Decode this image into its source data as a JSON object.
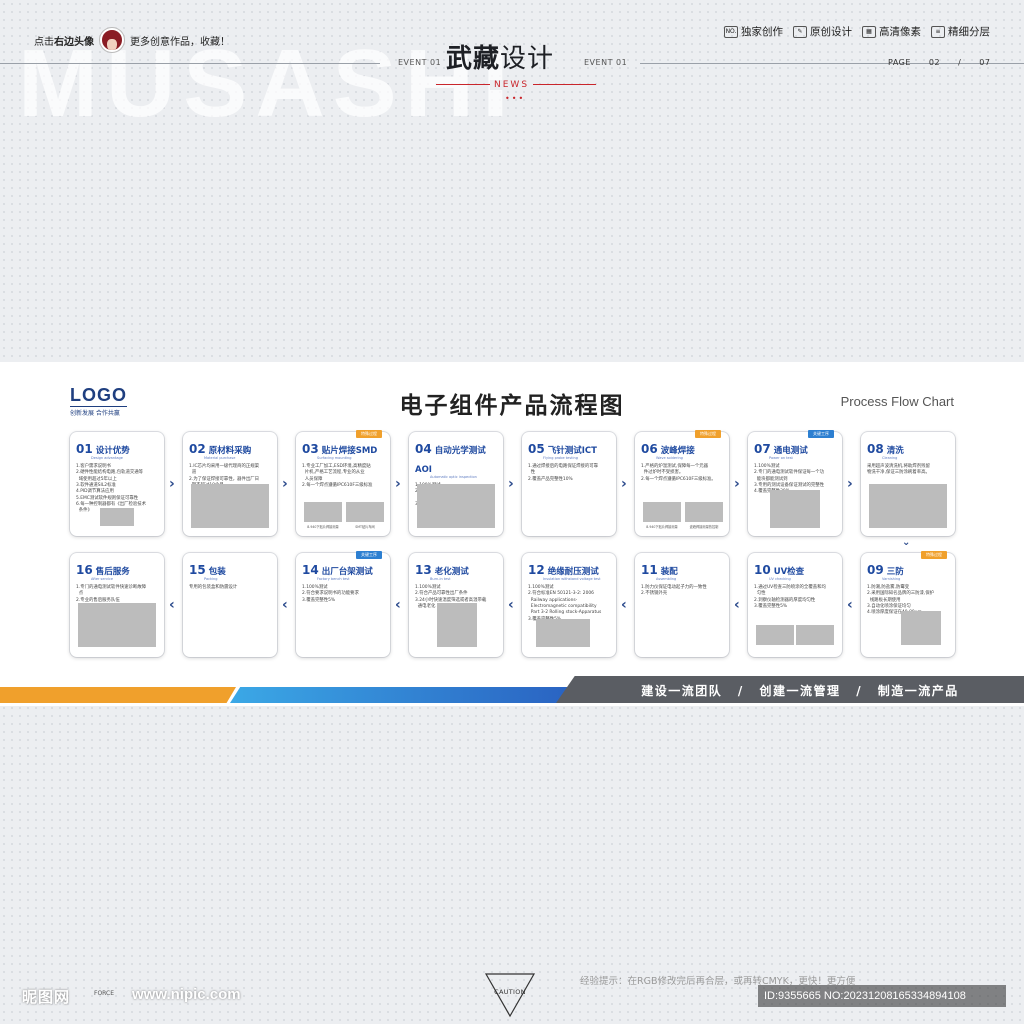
{
  "header": {
    "watermark": "MUSASHI",
    "left_text_prefix": "点击",
    "left_text_bold": "右边头像",
    "left_text_suffix": "更多创意作品，收藏！",
    "brand_bold": "武藏",
    "brand_rest": "设计",
    "event_left": "EVENT 01",
    "event_right": "EVENT 01",
    "news": "NEWS",
    "badges": [
      {
        "icon": "NO.",
        "label": "独家创作"
      },
      {
        "icon": "✎",
        "label": "原创设计"
      },
      {
        "icon": "▦",
        "label": "高清像素"
      },
      {
        "icon": "≡",
        "label": "精细分层"
      }
    ],
    "page_label": "PAGE",
    "page_current": "02",
    "page_sep": "/",
    "page_total": "07"
  },
  "chart": {
    "logo": "LOGO",
    "logo_sub": "创新发展 合作共赢",
    "title": "电子组件产品流程图",
    "title_en": "Process Flow Chart"
  },
  "steps": [
    {
      "num": "01",
      "cn": "设计优势",
      "en": "Design advantage",
      "tag": "",
      "desc": [
        "1.客户需求说明书",
        "2.硬件性能结构电路,包轨道交通等",
        "  域使用超过5年以上",
        "3.软件通道SIL2标准",
        "4.PID调节算法应用",
        "5.EMC测试软件规则保证可靠性",
        "6.每一种控制器都有《出厂检验技术",
        "  条件》"
      ]
    },
    {
      "num": "02",
      "cn": "原材料采购",
      "en": "Material purchase",
      "tag": "",
      "desc": [
        "1.IC芯片均采用一级代理商的正规渠",
        "  道",
        "2.为了保证焊接可靠性，器件出厂日",
        "  期不超过18个月"
      ]
    },
    {
      "num": "03",
      "cn": "贴片焊接SMD",
      "en": "Surfacing mounting",
      "tag": "特殊过程",
      "desc": [
        "1.专业工厂加工,ESD环境,高精度贴",
        "  片机,严格工艺流程,专业的从业",
        "  人员保障",
        "2.每一个焊点遵循IPC610F三级标准"
      ],
      "caps": [
        "8.940下贴片焊接测量",
        "SMT贴片车间"
      ]
    },
    {
      "num": "04",
      "cn": "自动光学测试AOI",
      "en": "Automatic optic inspection",
      "tag": "",
      "desc": [
        "1.100%测试",
        "2.国际通用的AOI设备保障每一个焊点",
        "  的可靠性",
        "3.覆盖产品完整性45%"
      ]
    },
    {
      "num": "05",
      "cn": "飞针测试ICT",
      "en": "Flying probe testing",
      "tag": "",
      "desc": [
        "1.通过焊接后的电路保证焊接的可靠",
        "  性",
        "2.覆盖产品完整性10%"
      ]
    },
    {
      "num": "06",
      "cn": "波峰焊接",
      "en": "Wave soldering",
      "tag": "特殊过程",
      "desc": [
        "1.严格的炉温测试,保障每一个元器",
        "  件过炉时不受损害。",
        "2.每一个焊点遵循IPC610F三级标准。"
      ],
      "caps": [
        "8.940下贴片焊接测量",
        "波峰焊接测量热控制"
      ]
    },
    {
      "num": "07",
      "cn": "通电测试",
      "en": "Power on test",
      "tag": "关键工序",
      "desc": [
        "1.100%测试",
        "2.专门的通电测试软件保证每一个功",
        "  能块都能测试到",
        "3.专用的测试设备保证测试的完整性",
        "4.覆盖完整性30%"
      ]
    },
    {
      "num": "08",
      "cn": "清洗",
      "en": "Cleaning",
      "tag": "",
      "desc": [
        "采用超声波清洗机,将助焊剂残留",
        "物洗干净,保证三防涂刷着率高。"
      ]
    },
    {
      "num": "09",
      "cn": "三防",
      "en": "Varnishing",
      "tag": "特殊过程",
      "desc": [
        "1.防潮,防盐雾,防霉变",
        "2.采用国际知名品牌的三防漆,保护",
        "  线路板长期使用",
        "3.自动化喷涂保证均匀",
        "4.喷涂厚度保证在40-80um"
      ]
    },
    {
      "num": "10",
      "cn": "UV检查",
      "en": "UV checking",
      "tag": "",
      "desc": [
        "1.通过UV检查三防喷涂的全覆盖和均",
        "  匀性",
        "2.洞察仪轴检测器的厚度均匀性",
        "3.覆盖完整性5%"
      ]
    },
    {
      "num": "11",
      "cn": "装配",
      "en": "Assembling",
      "tag": "",
      "desc": [
        "1.防力仪保证电动起子力的一致性",
        "2.不锈钢外壳"
      ]
    },
    {
      "num": "12",
      "cn": "绝缘耐压测试",
      "en": "Insulation withstand voltage test",
      "tag": "",
      "desc": [
        "1.100%测试",
        "2.符合标准EN 50121-3-2: 2006",
        "  Railway applications-",
        "  Electromagnetic compatibility",
        "  Part 3-2 Rolling stock-Apparatus",
        "3.覆盖完整性5%"
      ]
    },
    {
      "num": "13",
      "cn": "老化测试",
      "en": "Burn-in test",
      "tag": "",
      "desc": [
        "1.100%测试",
        "2.符合产品可靠性出厂条件",
        "3.24小时快速温度筛选或者高温带载",
        "  通电老化"
      ]
    },
    {
      "num": "14",
      "cn": "出厂台架测试",
      "en": "Factory bench test",
      "tag": "关键工序",
      "desc": [
        "1.100%测试",
        "2.符合要求说明书的功能要求",
        "3.覆盖完整性5%"
      ]
    },
    {
      "num": "15",
      "cn": "包装",
      "en": "Packing",
      "tag": "",
      "desc": [
        "专用的包装盒和防震设计"
      ]
    },
    {
      "num": "16",
      "cn": "售后服务",
      "en": "After service",
      "tag": "",
      "desc": [
        "1.专门的通电测试软件快速诊断故障",
        "  点",
        "2.专业的售后服务队伍"
      ]
    }
  ],
  "slogan": {
    "part1": "建设一流团队",
    "sep": "/",
    "part2": "创建一流管理",
    "part3": "制造一流产品"
  },
  "footer": {
    "caution": "CAUTION",
    "tip": "经验提示：在RGB修改完后再合层，或再转CMYK，更快！更方便",
    "mark": "昵图网",
    "force": "FORCE",
    "url": "www.nipic.com",
    "id": "ID:9355665 NO:20231208165334894108"
  },
  "colors": {
    "accent_blue": "#1f4aa0",
    "accent_red": "#c9252b",
    "tag_orange": "#f0a02c",
    "tag_blue": "#2c7fd1",
    "strip_gray": "#5a5d63"
  }
}
